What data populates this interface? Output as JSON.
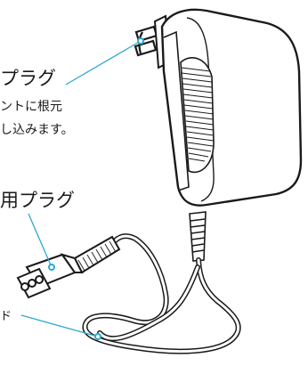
{
  "labels": {
    "power_plug_title": "プラグ",
    "power_plug_note_line1": "ントに根元",
    "power_plug_note_line2": "し込みます。",
    "device_plug_title": "用プラグ",
    "cord_label": "ド"
  },
  "colors": {
    "leader_line": "#2aa9cf",
    "outline": "#1a1a1a",
    "highlight": "#ffffff"
  }
}
